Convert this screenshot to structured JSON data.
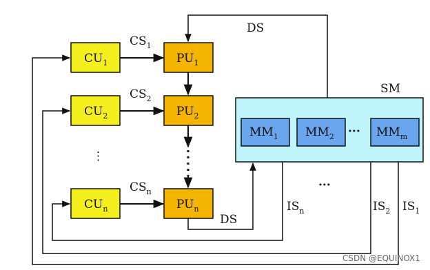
{
  "colors": {
    "cu_fill": "#f5ef1e",
    "pu_fill": "#f5b400",
    "sm_fill": "#bff4fb",
    "mm_fill": "#6aa6ee",
    "line": "#111111"
  },
  "control_units": [
    {
      "base": "CU",
      "sub": "1"
    },
    {
      "base": "CU",
      "sub": "2"
    },
    {
      "base": "CU",
      "sub": "n"
    }
  ],
  "processing_units": [
    {
      "base": "PU",
      "sub": "1"
    },
    {
      "base": "PU",
      "sub": "2"
    },
    {
      "base": "PU",
      "sub": "n"
    }
  ],
  "control_streams": [
    {
      "base": "CS",
      "sub": "1"
    },
    {
      "base": "CS",
      "sub": "2"
    },
    {
      "base": "CS",
      "sub": "n"
    }
  ],
  "shared_memory": {
    "label": "SM",
    "modules": [
      {
        "base": "MM",
        "sub": "1"
      },
      {
        "base": "MM",
        "sub": "2"
      },
      {
        "base": "MM",
        "sub": "m"
      }
    ],
    "ellipsis": "···"
  },
  "data_stream_labels": {
    "top": "DS",
    "bottom": "DS"
  },
  "instruction_streams": [
    {
      "base": "IS",
      "sub": "n"
    },
    {
      "base": "IS",
      "sub": "2"
    },
    {
      "base": "IS",
      "sub": "1"
    }
  ],
  "ellipsis_vertical": "⋮",
  "ellipsis_horizontal": "···",
  "watermark": "CSDN @EQUINOX1"
}
